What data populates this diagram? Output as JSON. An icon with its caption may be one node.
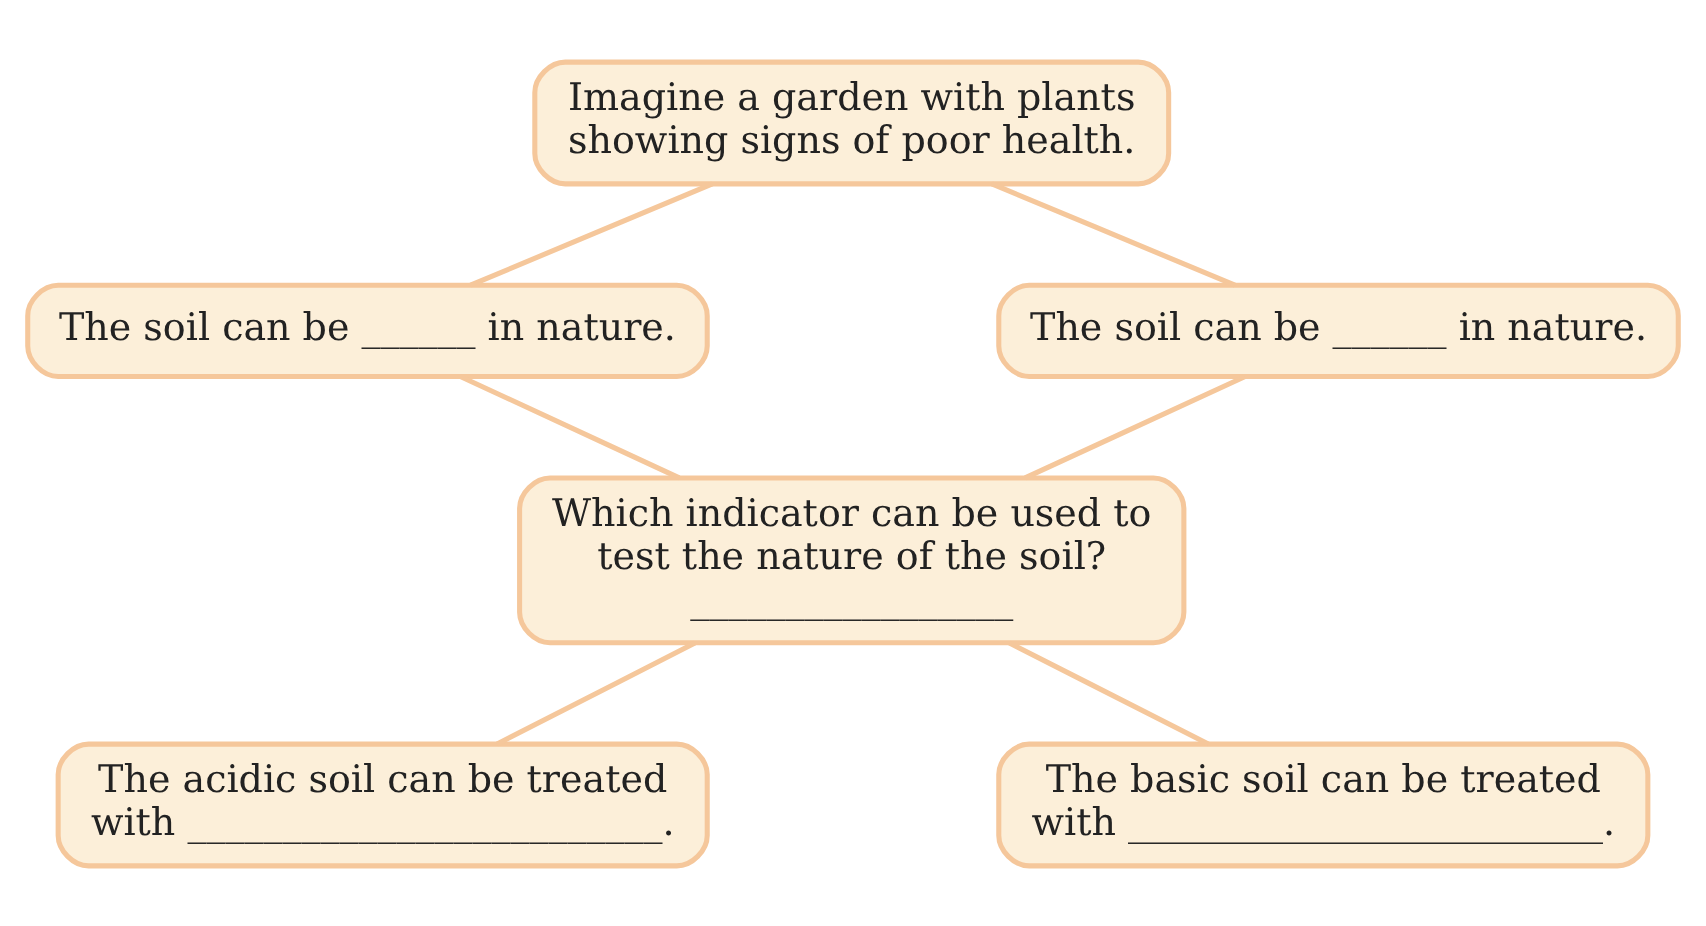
{
  "diagram": {
    "nodes": [
      {
        "text": [
          "Imagine a garden with plants showing signs of poor health."
        ]
      },
      {
        "text": [
          "The soil can be ______ in nature."
        ]
      },
      {
        "text": [
          "The soil can be ______ in nature."
        ]
      },
      {
        "text": [
          "Which indicator can be used to test the nature of the soil?",
          "_________________"
        ]
      },
      {
        "text": [
          "The acidic soil can be treated with _________________________."
        ]
      },
      {
        "text": [
          "The basic soil can be treated with _________________________."
        ]
      }
    ],
    "edges": [
      {
        "from": 0,
        "to": 1,
        "arrow": "none"
      },
      {
        "from": 0,
        "to": 2,
        "arrow": "none"
      },
      {
        "from": 1,
        "to": 3,
        "arrow": "none"
      },
      {
        "from": 2,
        "to": 3,
        "arrow": "none"
      },
      {
        "from": 3,
        "to": 4,
        "arrow": "none"
      },
      {
        "from": 3,
        "to": 5,
        "arrow": "none"
      }
    ]
  }
}
